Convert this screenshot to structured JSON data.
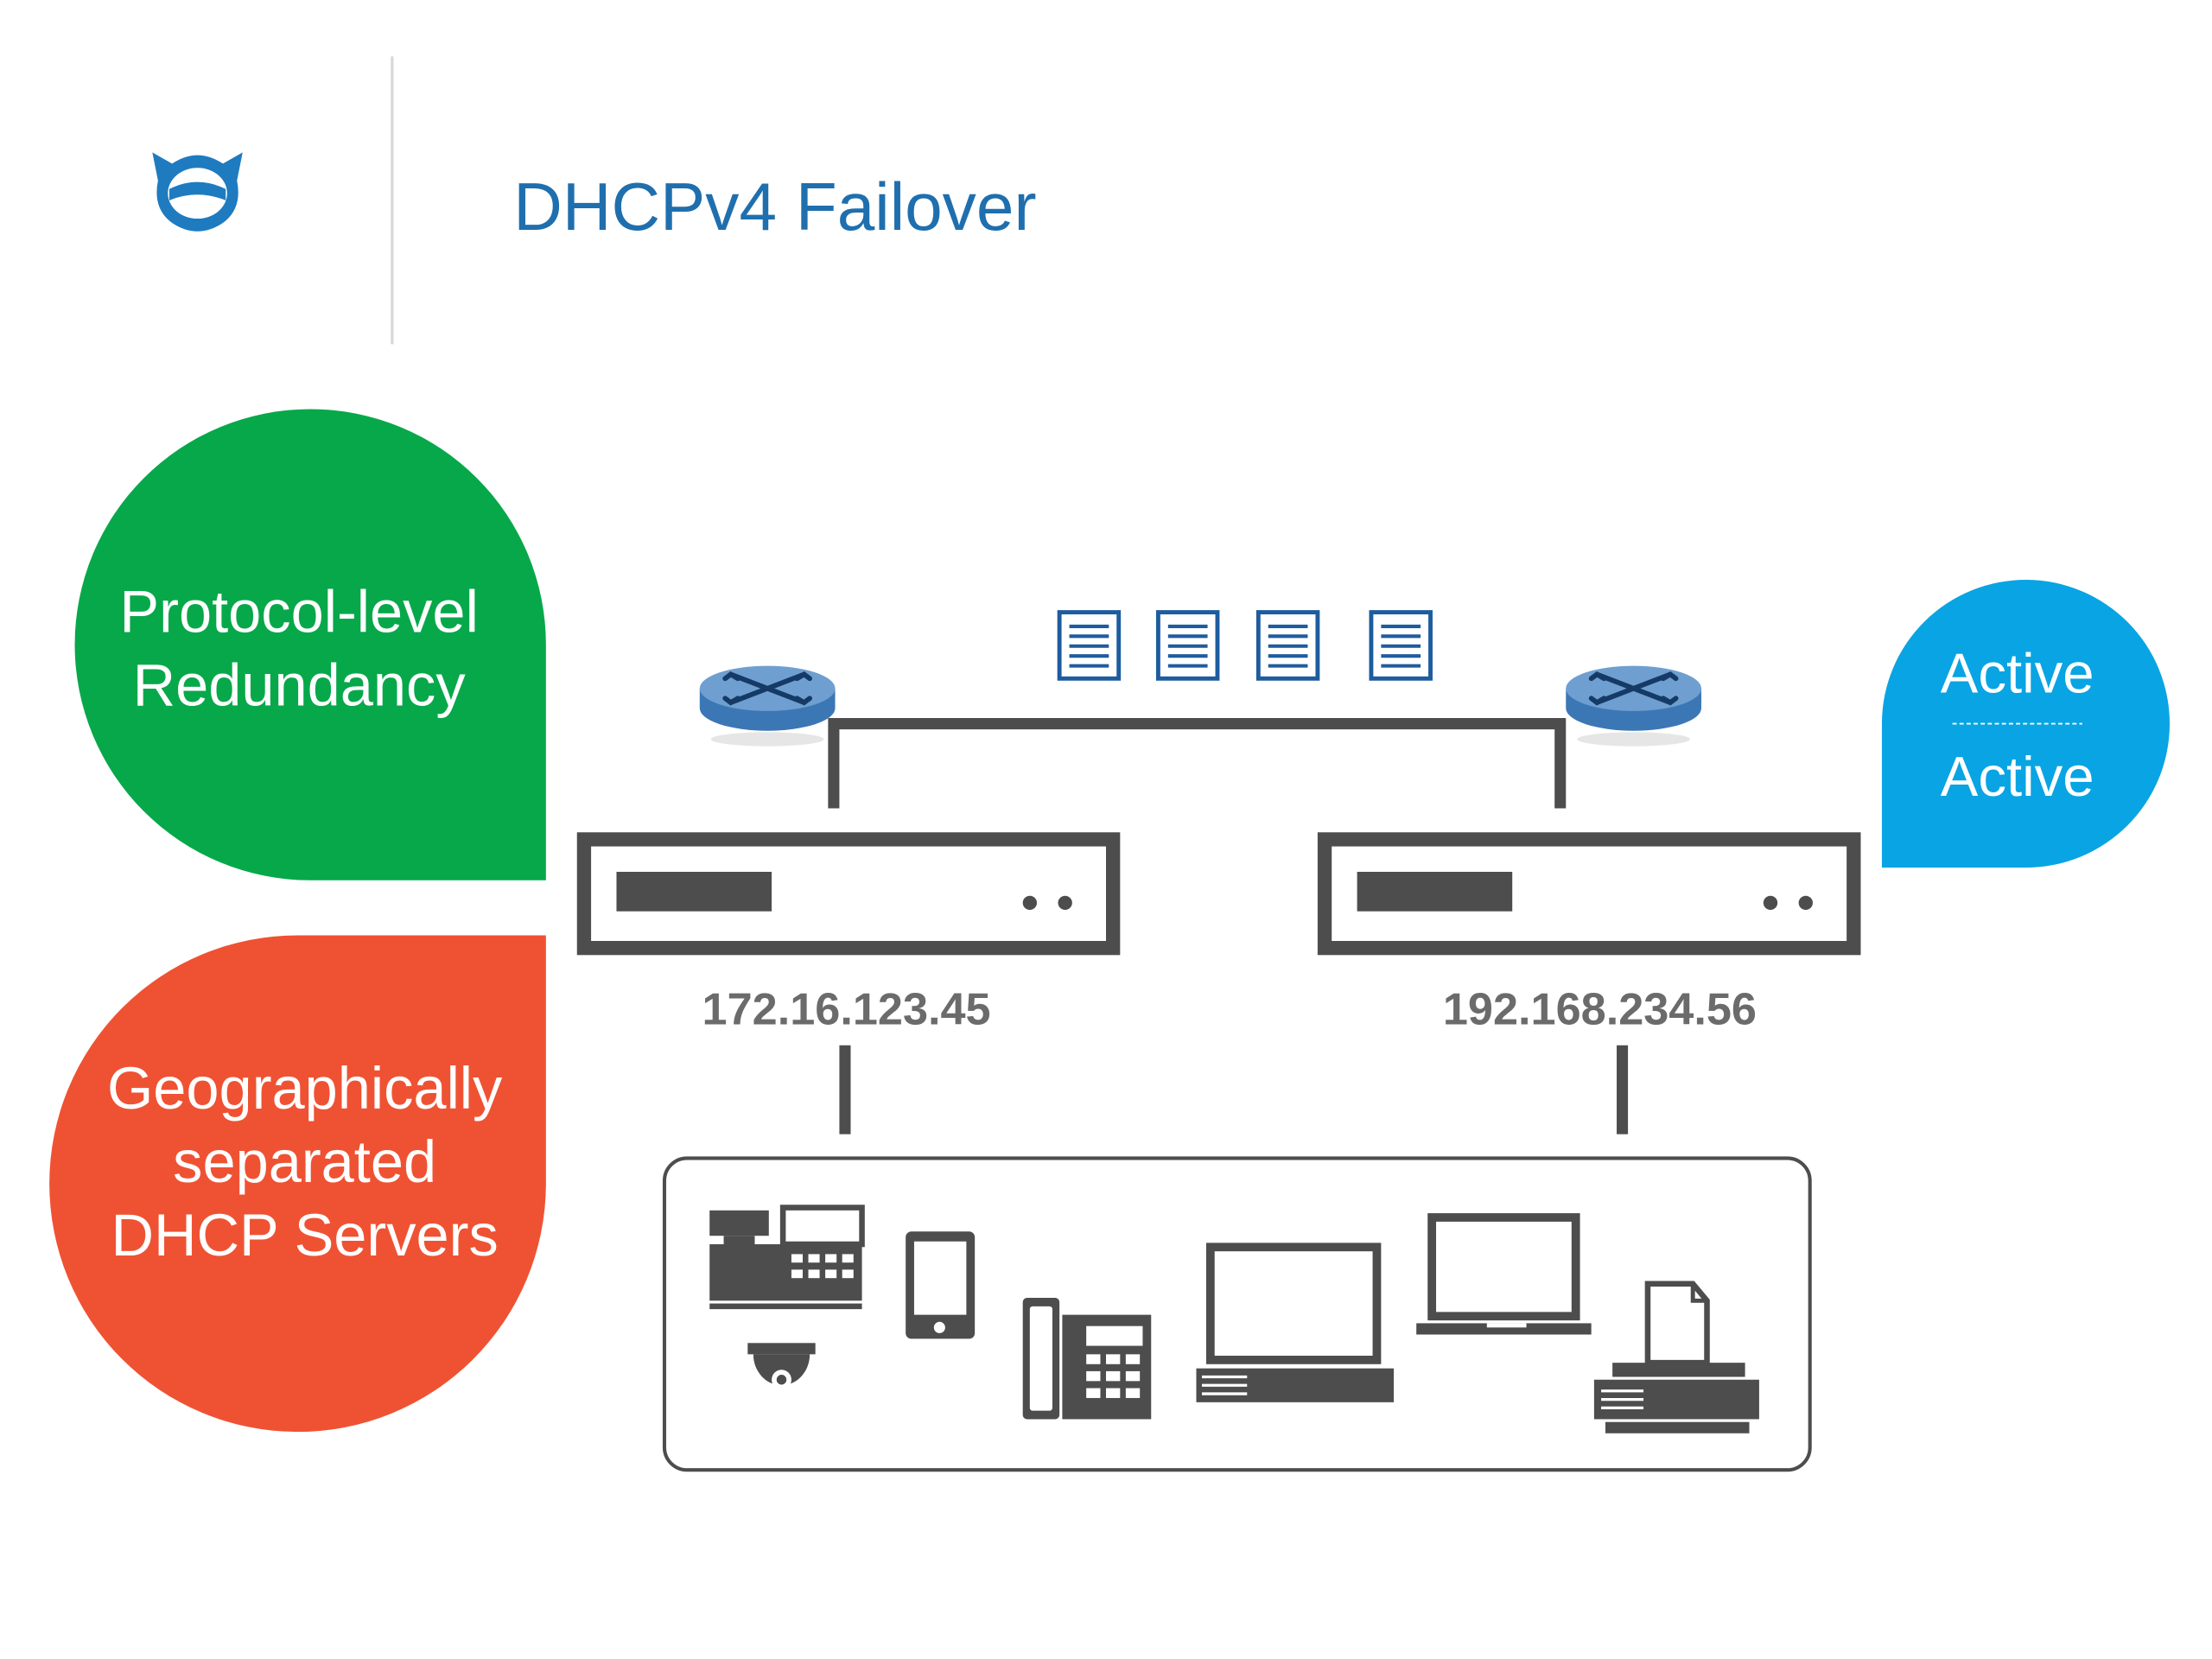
{
  "header": {
    "title": "DHCPv4 Failover",
    "logo_icon": "cat-mask-logo-icon"
  },
  "bubbles": {
    "protocol": {
      "lines": [
        "Protocol-level",
        "Redundancy"
      ]
    },
    "geo": {
      "lines": [
        "Geographically",
        "separated",
        "DHCP Servers"
      ]
    },
    "mode": {
      "top": "Active",
      "bottom": "Active"
    }
  },
  "servers": {
    "left": {
      "ip": "172.16.123.45"
    },
    "right": {
      "ip": "192.168.234.56"
    }
  },
  "icons": {
    "routers": [
      "router-icon",
      "router-icon"
    ],
    "messages": [
      "document-icon",
      "document-icon",
      "document-icon",
      "document-icon"
    ],
    "clients": [
      "pos-terminal-icon",
      "security-camera-icon",
      "smartphone-icon",
      "desk-phone-icon",
      "desktop-computer-icon",
      "laptop-icon",
      "printer-icon"
    ]
  },
  "colors": {
    "title": "#1f6fae",
    "logo": "#1f7bc0",
    "green": "#07a84a",
    "red": "#ef5233",
    "blue": "#09a4e3",
    "device": "#4d4d4d",
    "ip_text": "#6b6b6b",
    "router_top": "#6e9fd0",
    "router_side": "#3c77b5"
  }
}
